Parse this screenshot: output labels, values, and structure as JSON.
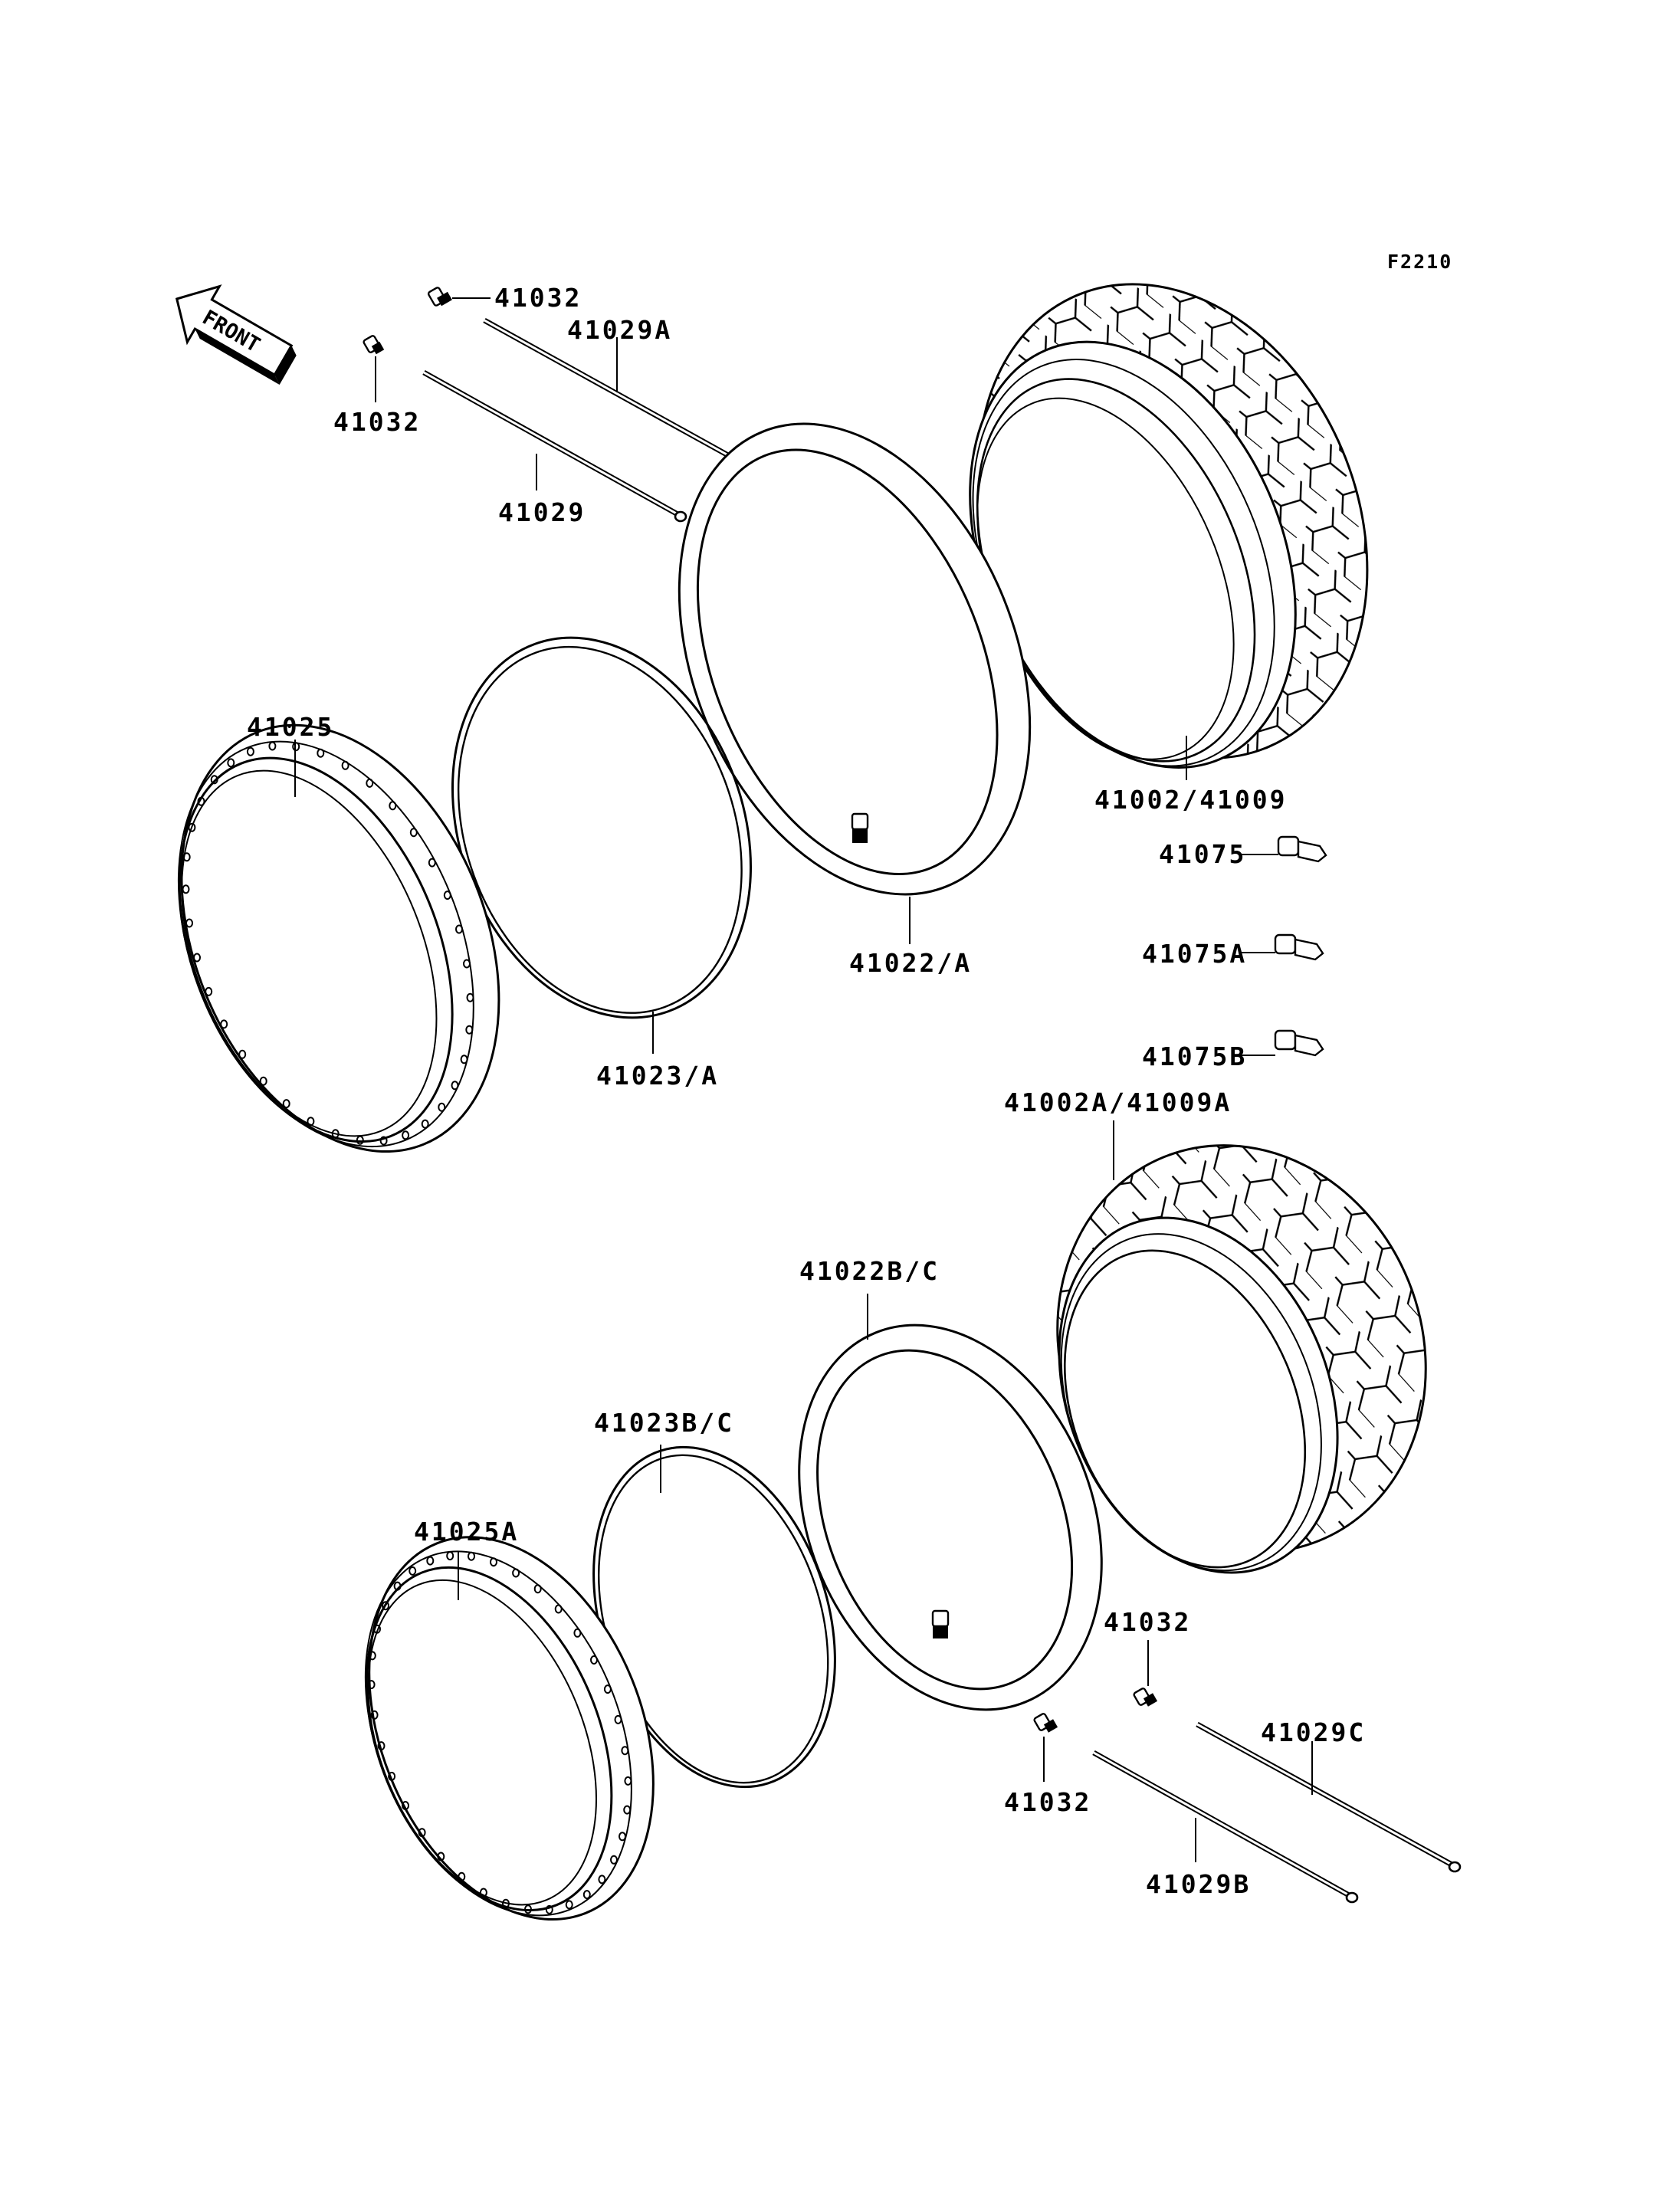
{
  "diagram_code": "F2210",
  "front_label": "FRONT",
  "labels": {
    "p41032_a": "41032",
    "p41029a": "41029A",
    "p41032_b": "41032",
    "p41029": "41029",
    "p41025": "41025",
    "p41023a": "41023/A",
    "p41022a": "41022/A",
    "p41002": "41002/41009",
    "p41075": "41075",
    "p41075a": "41075A",
    "p41075b": "41075B",
    "p41002a": "41002A/41009A",
    "p41022bc": "41022B/C",
    "p41023bc": "41023B/C",
    "p41025a": "41025A",
    "p41032_c": "41032",
    "p41029c": "41029C",
    "p41032_d": "41032",
    "p41029b": "41029B"
  }
}
